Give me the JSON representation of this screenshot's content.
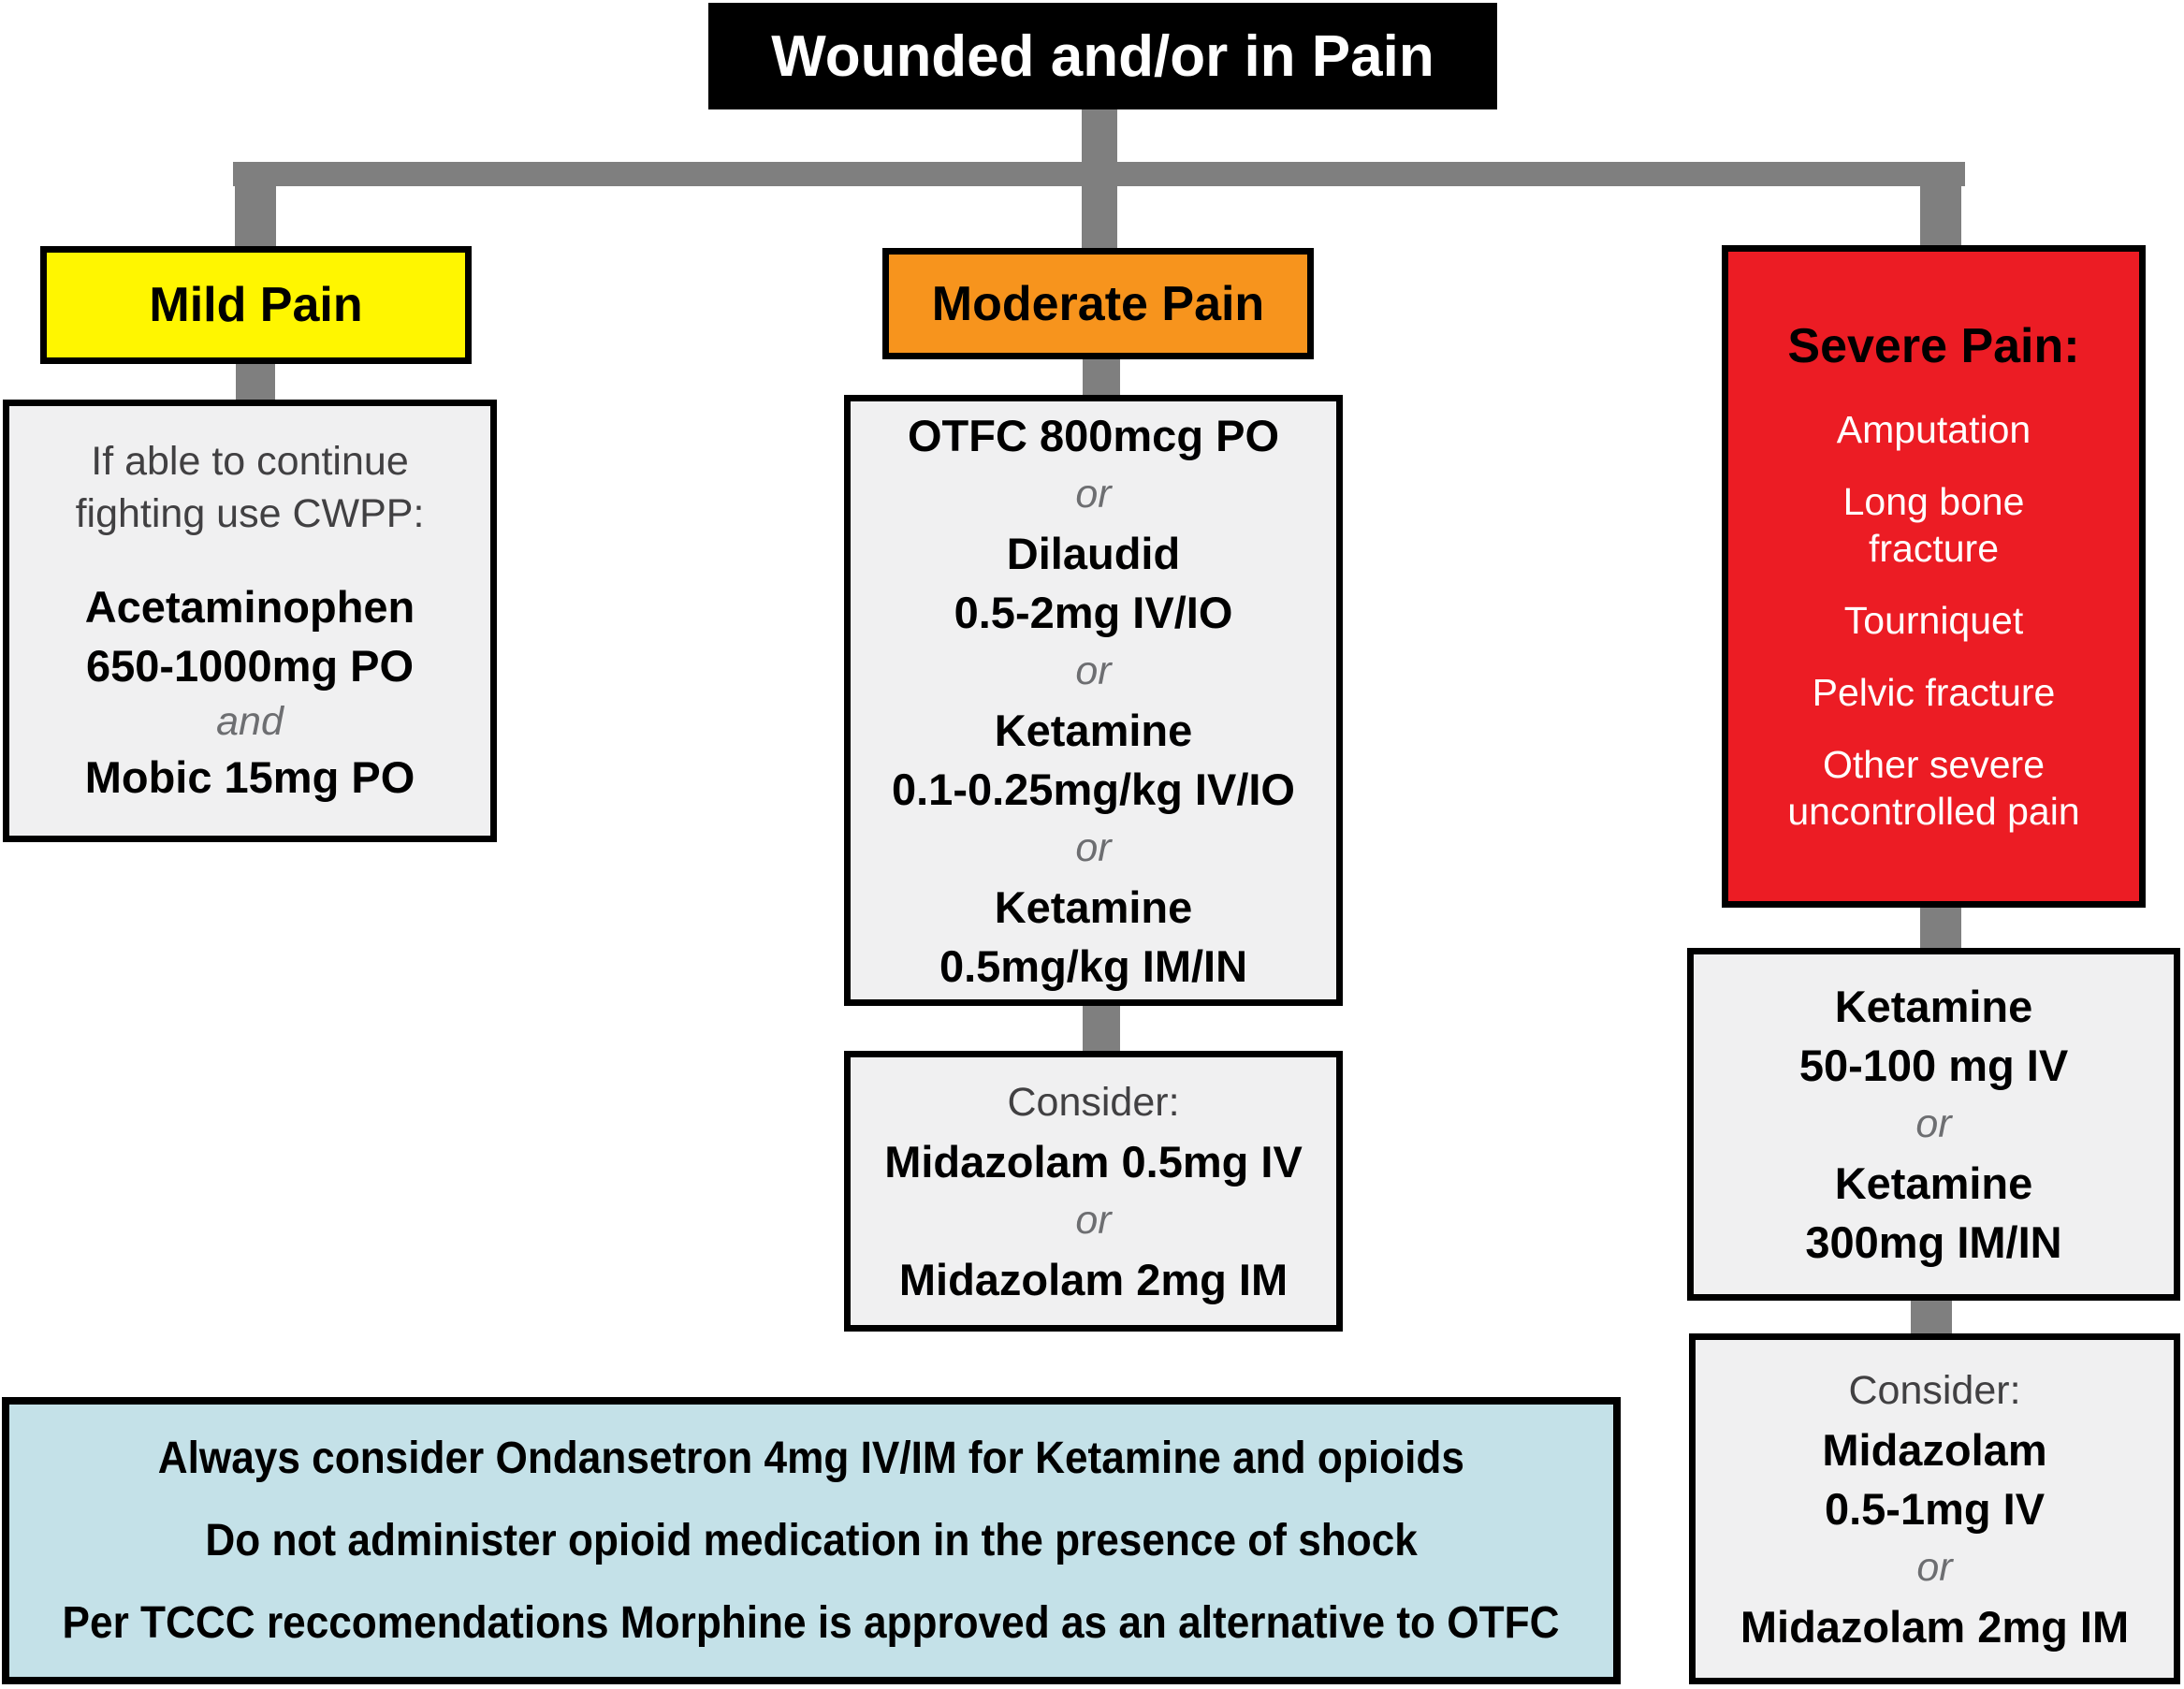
{
  "title": {
    "label": "Wounded and/or in Pain"
  },
  "mild": {
    "header": "Mild Pain",
    "body": {
      "intro": [
        "If able to continue",
        "fighting use CWPP:"
      ],
      "med1_name": "Acetaminophen",
      "med1_dose": "650-1000mg PO",
      "conjunction": "and",
      "med2": "Mobic 15mg PO"
    }
  },
  "moderate": {
    "header": "Moderate Pain",
    "options": {
      "opt1": "OTFC 800mcg PO",
      "or1": "or",
      "opt2_name": "Dilaudid",
      "opt2_dose": "0.5-2mg IV/IO",
      "or2": "or",
      "opt3_name": "Ketamine",
      "opt3_dose": "0.1-0.25mg/kg IV/IO",
      "or3": "or",
      "opt4_name": "Ketamine",
      "opt4_dose": "0.5mg/kg IM/IN"
    },
    "consider": {
      "label": "Consider:",
      "opt1": "Midazolam 0.5mg IV",
      "or": "or",
      "opt2": "Midazolam 2mg IM"
    }
  },
  "severe": {
    "header": "Severe Pain:",
    "indications": [
      "Amputation",
      "Long bone fracture",
      "Tourniquet",
      "Pelvic fracture",
      "Other severe uncontrolled pain"
    ],
    "options": {
      "opt1_name": "Ketamine",
      "opt1_dose": "50-100 mg IV",
      "or": "or",
      "opt2_name": "Ketamine",
      "opt2_dose": "300mg IM/IN"
    },
    "consider": {
      "label": "Consider:",
      "opt1_name": "Midazolam",
      "opt1_dose": "0.5-1mg IV",
      "or": "or",
      "opt2": "Midazolam 2mg IM"
    }
  },
  "notes": {
    "lines": [
      "Always consider Ondansetron 4mg IV/IM for Ketamine and opioids",
      "Do not administer opioid medication in the presence of shock",
      "Per TCCC reccomendations Morphine is approved as an alternative to OTFC"
    ]
  },
  "colors": {
    "title_bg": "#000000",
    "mild": "#FFF600",
    "moderate": "#F7941D",
    "severe": "#EC1C24",
    "box_fill": "#F0F0F1",
    "notes_fill": "#C4E1E8",
    "connector": "#7F7F7F",
    "muted_text": "#414042",
    "or_text": "#6D6E71"
  }
}
